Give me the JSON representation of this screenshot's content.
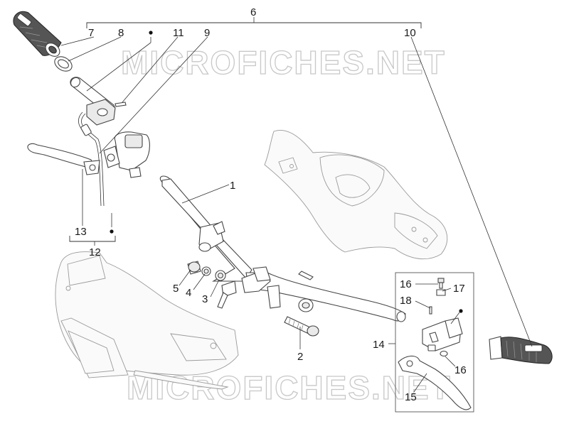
{
  "watermark": "MICROFICHES.NET",
  "callouts": [
    {
      "id": "1",
      "text": "1"
    },
    {
      "id": "2",
      "text": "2"
    },
    {
      "id": "3",
      "text": "3"
    },
    {
      "id": "4",
      "text": "4"
    },
    {
      "id": "5",
      "text": "5"
    },
    {
      "id": "6",
      "text": "6"
    },
    {
      "id": "7",
      "text": "7"
    },
    {
      "id": "8",
      "text": "8"
    },
    {
      "id": "9",
      "text": "9"
    },
    {
      "id": "10",
      "text": "10"
    },
    {
      "id": "11",
      "text": "11"
    },
    {
      "id": "12",
      "text": "12"
    },
    {
      "id": "13",
      "text": "13"
    },
    {
      "id": "14",
      "text": "14"
    },
    {
      "id": "15",
      "text": "15"
    },
    {
      "id": "16a",
      "text": "16"
    },
    {
      "id": "16b",
      "text": "16"
    },
    {
      "id": "17",
      "text": "17"
    },
    {
      "id": "18",
      "text": "18"
    }
  ]
}
